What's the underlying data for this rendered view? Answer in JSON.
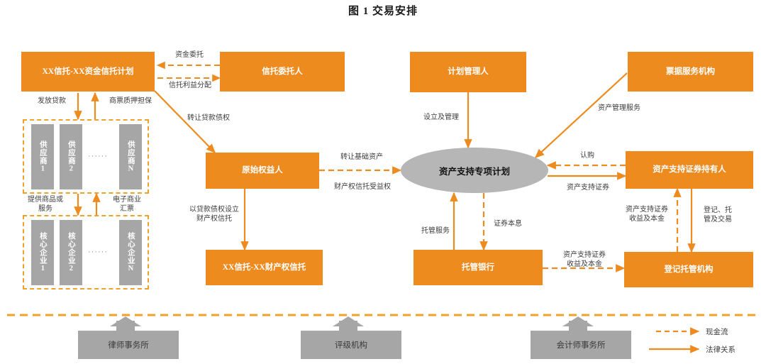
{
  "title": "图 1  交易安排",
  "colors": {
    "orange": "#ED8B1F",
    "orange_light": "#F0A12B",
    "gray_box": "#A6A6A6",
    "gray_ellipse": "#B6B6B6",
    "label_text": "#3c3c3c"
  },
  "nodes": {
    "fund_trust_plan": "XX信托-XX资金信托计划",
    "trust_settlor": "信托委托人",
    "plan_manager": "计划管理人",
    "bill_service_org": "票据服务机构",
    "originator": "原始权益人",
    "abs_special_plan": "资产支持专项计划",
    "abs_holder": "资产支持证券持有人",
    "property_trust": "XX信托-XX财产权信托",
    "custodian_bank": "托管银行",
    "registration_custody_org": "登记托管机构",
    "suppliers": [
      "供应商1",
      "供应商2",
      "供应商N"
    ],
    "core_enterprises": [
      "核心企业1",
      "核心企业2",
      "核心企业N"
    ],
    "ellipsis": "······",
    "law_firm": "律师事务所",
    "rating_agency": "评级机构",
    "accounting_firm": "会计师事务所"
  },
  "edge_labels": {
    "fund_entrust": "资金委托",
    "trust_benefit_dist": "信托利益分配",
    "issue_loan": "发放贷款",
    "bill_pledge_guarantee": "商票质押担保",
    "transfer_loan_claim": "转让贷款债权",
    "provide_goods_services": "提供商品或\n服务",
    "electronic_bill": "电子商业\n汇票",
    "setup_property_trust": "以贷款债权设立\n财产权信托",
    "transfer_base_asset": "转让基础资产",
    "property_trust_beneficiary": "财产权信托受益权",
    "setup_and_manage": "设立及管理",
    "asset_mgmt_service": "资产管理服务",
    "subscribe": "认购",
    "abs_securities": "资产支持证券",
    "custody_service": "托管服务",
    "securities_principal_interest": "证券本息",
    "abs_income_principal_v": "资产支持证券\n收益及本金",
    "abs_income_principal_h": "资产支持证券\n收益及本金",
    "register_custody_trade": "登记、托\n管及交易"
  },
  "legend": {
    "cash_flow": "现金流",
    "legal_relation": "法律关系"
  }
}
